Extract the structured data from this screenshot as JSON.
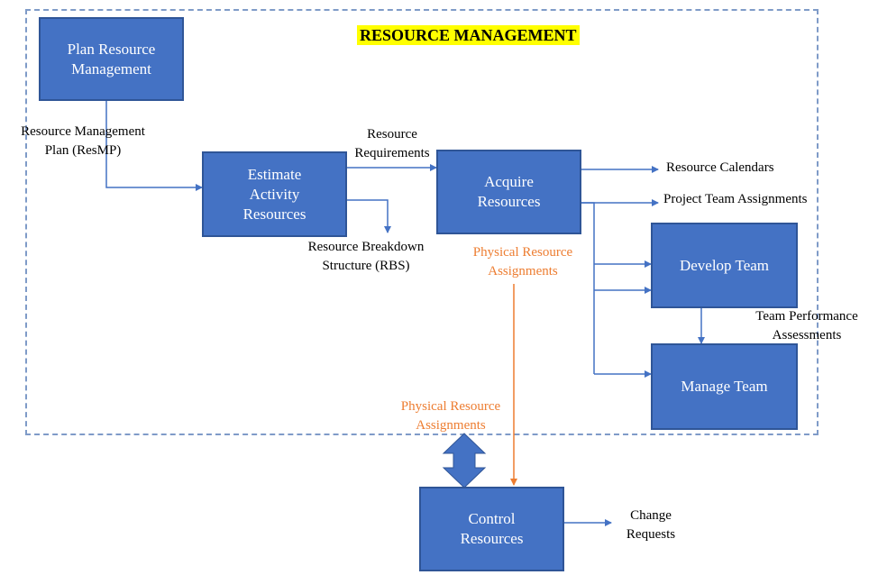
{
  "diagram": {
    "title": "RESOURCE MANAGEMENT",
    "boxes": {
      "plan": "Plan Resource Management",
      "estimate": "Estimate Activity Resources",
      "acquire": "Acquire Resources",
      "develop": "Develop Team",
      "manage": "Manage Team",
      "control": "Control Resources"
    },
    "labels": {
      "resmp_line1": "Resource Management",
      "resmp_line2": "Plan (ResMP)",
      "req_line1": "Resource",
      "req_line2": "Requirements",
      "rbs_line1": "Resource Breakdown",
      "rbs_line2": "Structure (RBS)",
      "calendars": "Resource Calendars",
      "team_assign": "Project Team Assignments",
      "phys1_line1": "Physical Resource",
      "phys1_line2": "Assignments",
      "phys2_line1": "Physical Resource",
      "phys2_line2": "Assignments",
      "tpa_line1": "Team Performance",
      "tpa_line2": "Assessments",
      "change_line1": "Change",
      "change_line2": "Requests"
    },
    "colors": {
      "box_fill": "#4472c4",
      "box_border": "#2f5597",
      "connector": "#4472c4",
      "orange_flow": "#ed7d31",
      "title_highlight": "#ffff00",
      "frame_dash": "#7f9bc8"
    }
  }
}
